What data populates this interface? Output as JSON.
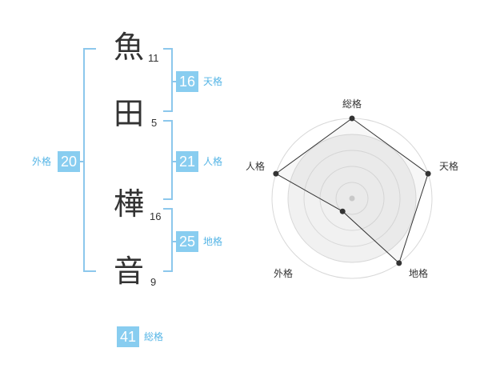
{
  "name_chars": [
    {
      "char": "魚",
      "strokes": "11"
    },
    {
      "char": "田",
      "strokes": "5"
    },
    {
      "char": "樺",
      "strokes": "16"
    },
    {
      "char": "音",
      "strokes": "9"
    }
  ],
  "kaku": {
    "tenkaku": {
      "value": "16",
      "label": "天格"
    },
    "jinkaku": {
      "value": "21",
      "label": "人格"
    },
    "chikaku": {
      "value": "25",
      "label": "地格"
    },
    "gaikaku": {
      "value": "20",
      "label": "外格"
    },
    "soukaku": {
      "value": "41",
      "label": "総格"
    }
  },
  "colors": {
    "accent": "#88cdf0",
    "bracket": "#8cc7ec",
    "label": "#55b5e6",
    "text": "#333333"
  },
  "chart_data": {
    "type": "radar",
    "axes": [
      "総格",
      "天格",
      "地格",
      "外格",
      "人格"
    ],
    "levels": 5,
    "values": [
      5,
      5,
      5,
      1,
      5
    ],
    "max": 5
  }
}
